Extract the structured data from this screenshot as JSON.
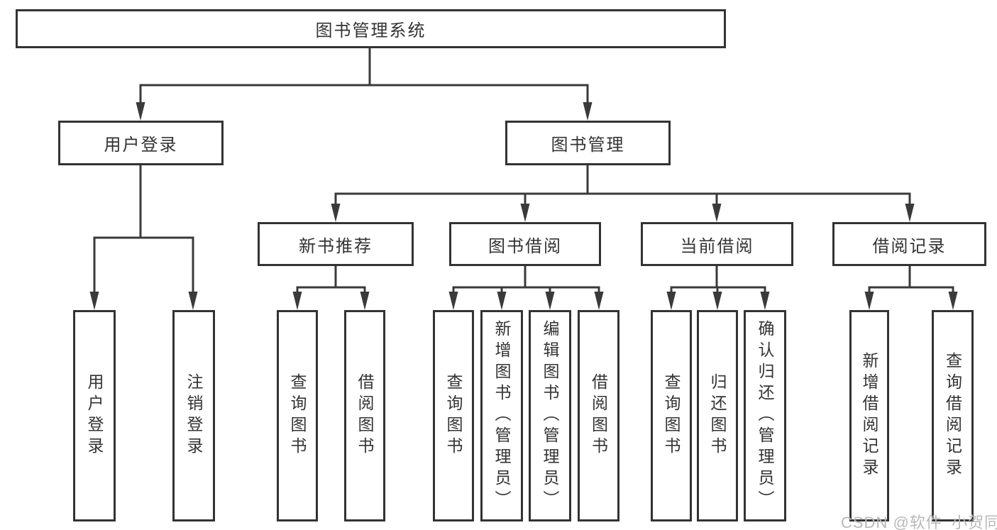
{
  "diagram": {
    "title": "图书管理系统",
    "branches": [
      {
        "label": "用户登录",
        "children": [
          "用户登录",
          "注销登录"
        ]
      },
      {
        "label": "图书管理",
        "sections": [
          {
            "label": "新书推荐",
            "children": [
              "查询图书",
              "借阅图书"
            ]
          },
          {
            "label": "图书借阅",
            "children": [
              "查询图书",
              "新增图书（管理员）",
              "编辑图书（管理员）",
              "借阅图书"
            ]
          },
          {
            "label": "当前借阅",
            "children": [
              "查询图书",
              "归还图书",
              "确认归还（管理员）"
            ]
          },
          {
            "label": "借阅记录",
            "children": [
              "新增借阅记录",
              "查询借阅记录"
            ]
          }
        ]
      }
    ]
  },
  "watermark": {
    "text": "CSDN @软件_小贺同学"
  },
  "colors": {
    "line": "#3a3a3a",
    "box_border": "#333333",
    "text": "#333333",
    "watermark": "#b8b8b8",
    "background": "#ffffff"
  }
}
